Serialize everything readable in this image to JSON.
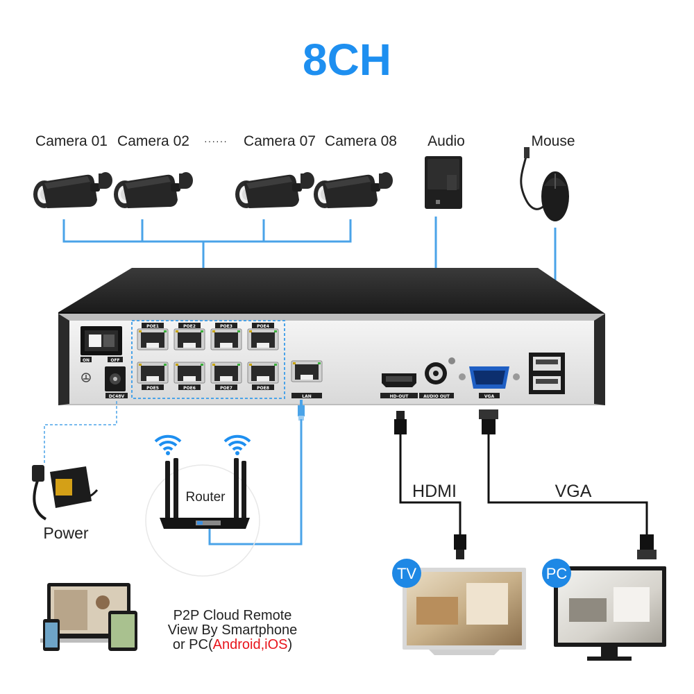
{
  "title": "8CH",
  "cameras": [
    {
      "label": "Camera 01"
    },
    {
      "label": "Camera 02"
    },
    {
      "label": "Camera 07"
    },
    {
      "label": "Camera 08"
    }
  ],
  "camera_ellipsis": "······",
  "audio_label": "Audio",
  "mouse_label": "Mouse",
  "power_label": "Power",
  "router_label": "Router",
  "hdmi_label": "HDMI",
  "vga_label": "VGA",
  "tv_badge": "TV",
  "pc_badge": "PC",
  "remote": {
    "line1": "P2P Cloud Remote",
    "line2": "View By Smartphone",
    "line3_prefix": "or PC(",
    "line3_highlight": "Android,iOS",
    "line3_suffix": ")",
    "highlight_color": "#e8141b"
  },
  "nvr": {
    "switch_on": "ON",
    "switch_off": "OFF",
    "power_port": "DC48V",
    "poe_ports": [
      "POE1",
      "POE2",
      "POE3",
      "POE4",
      "POE5",
      "POE6",
      "POE7",
      "POE8"
    ],
    "lan_port": "LAN",
    "hdmi_port": "HD-OUT",
    "audio_port": "AUDIO OUT",
    "vga_port": "VGA"
  },
  "colors": {
    "accent": "#1e8ff0",
    "connector": "#4aa3e8",
    "badge": "#1e88e5"
  }
}
